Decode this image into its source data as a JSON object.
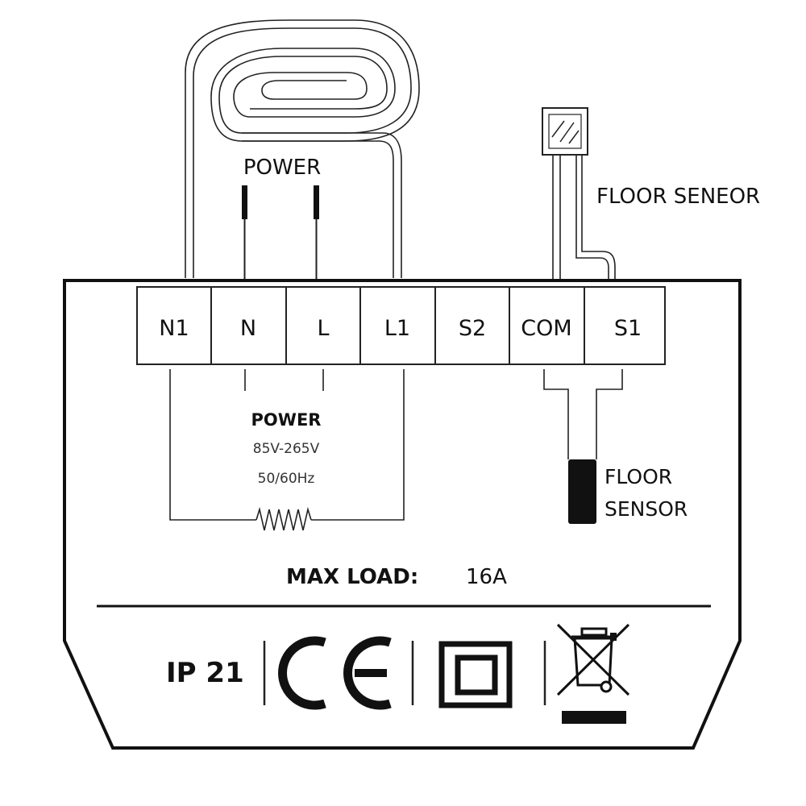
{
  "top_labels": {
    "power": "POWER",
    "floor_sensor_external": "FLOOR SENEOR"
  },
  "terminals": [
    {
      "label": "N1"
    },
    {
      "label": "N"
    },
    {
      "label": "L"
    },
    {
      "label": "L1"
    },
    {
      "label": "S2"
    },
    {
      "label": "COM"
    },
    {
      "label": "S1"
    }
  ],
  "internal": {
    "power_title": "POWER",
    "voltage": "85V-265V",
    "frequency": "50/60Hz",
    "floor_sensor_line1": "FLOOR",
    "floor_sensor_line2": "SENSOR"
  },
  "max_load": {
    "label": "MAX LOAD:",
    "value": "16A"
  },
  "certifications": {
    "ip_rating": "IP 21",
    "ce_mark": "CE",
    "double_insulation_icon": "double-insulation-icon",
    "weee_icon": "weee-bin-icon"
  }
}
